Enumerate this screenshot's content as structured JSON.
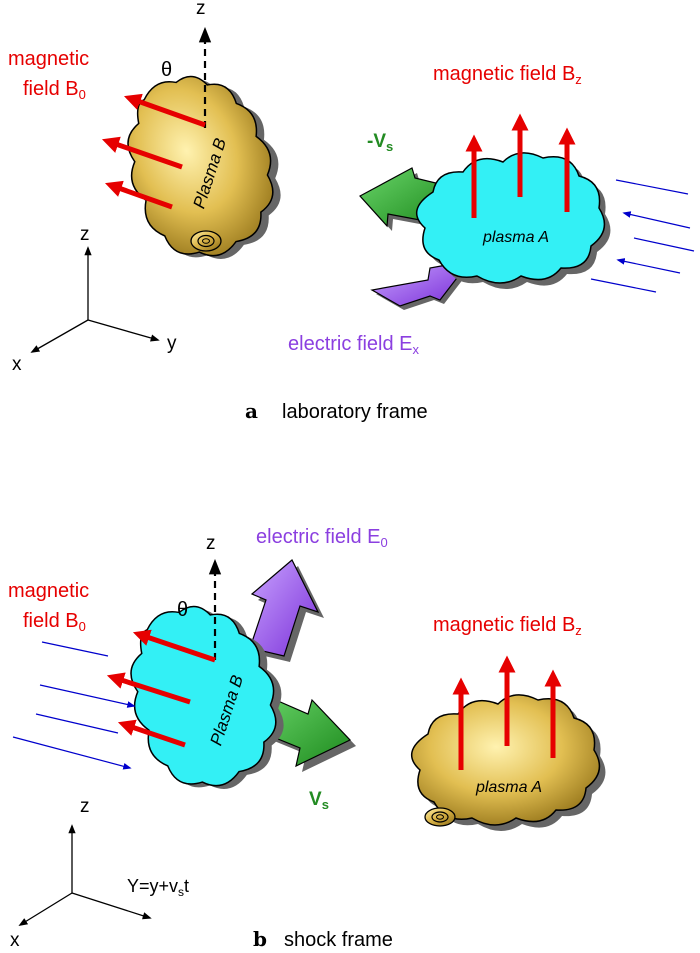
{
  "panel_a": {
    "letter": "a",
    "caption": "laboratory frame",
    "axes": {
      "z": "z",
      "x": "x",
      "y": "y"
    },
    "field_b0": {
      "line1": "magnetic",
      "line2": "field B",
      "sub": "0"
    },
    "field_bz": {
      "text": "magnetic field B",
      "sub": "z"
    },
    "theta": "θ",
    "z_dashed": "z",
    "plasma_b": "Plasma B",
    "plasma_a": "plasma A",
    "neg_vs": {
      "text": "-V",
      "sub": "s"
    },
    "e_field": {
      "text": "electric field E",
      "sub": "x"
    }
  },
  "panel_b": {
    "letter": "b",
    "caption": "shock frame",
    "axes": {
      "z": "z",
      "x": "x",
      "y_main": "Y=y+v",
      "y_sub": "s",
      "y_tail": "t"
    },
    "field_b0": {
      "line1": "magnetic",
      "line2": "field B",
      "sub": "0"
    },
    "field_bz": {
      "text": "magnetic field B",
      "sub": "z"
    },
    "theta": "θ",
    "z_dashed": "z",
    "plasma_b": "Plasma B",
    "plasma_a": "plasma A",
    "vs": {
      "text": "V",
      "sub": "s"
    },
    "e_field": {
      "text": "electric field E",
      "sub": "0"
    }
  },
  "colors": {
    "red": "#e60000",
    "green": "#238b23",
    "purple": "#8b3fe0",
    "blue": "#0000cc",
    "gold": "#d9b23a",
    "cyan": "#33f0f5",
    "shadow": "#666666"
  }
}
